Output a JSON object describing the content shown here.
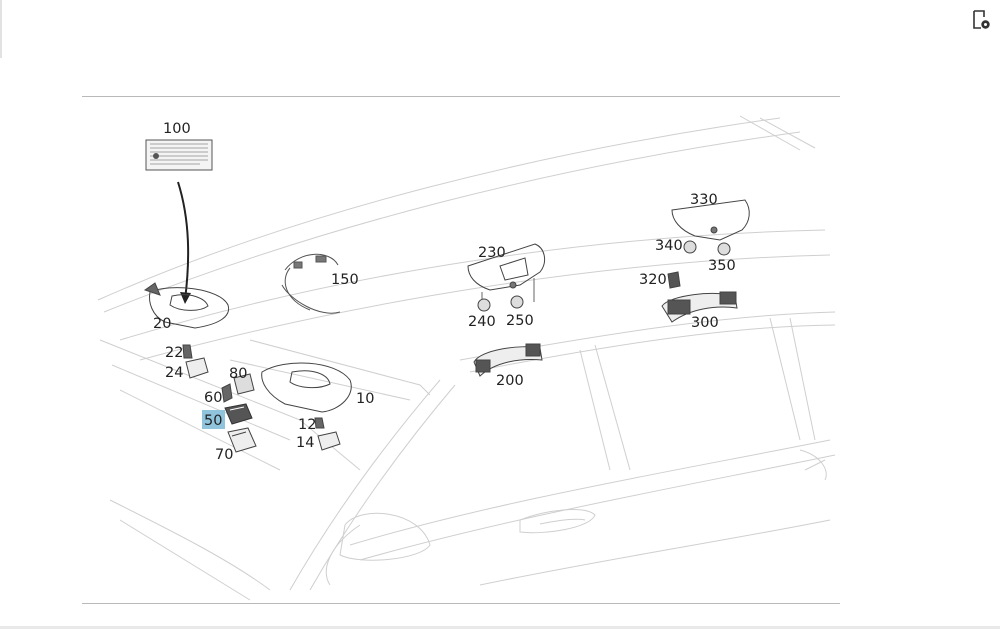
{
  "colors": {
    "highlight": "#8fc4dc",
    "line": "#333333",
    "faint": "#c8c8c8"
  },
  "toolbar": {
    "icon": "document-settings-icon"
  },
  "callouts": [
    {
      "id": "100",
      "label": "100"
    },
    {
      "id": "20",
      "label": "20"
    },
    {
      "id": "22",
      "label": "22"
    },
    {
      "id": "24",
      "label": "24"
    },
    {
      "id": "80",
      "label": "80"
    },
    {
      "id": "60",
      "label": "60"
    },
    {
      "id": "50",
      "label": "50"
    },
    {
      "id": "70",
      "label": "70"
    },
    {
      "id": "150",
      "label": "150"
    },
    {
      "id": "10",
      "label": "10"
    },
    {
      "id": "12",
      "label": "12"
    },
    {
      "id": "14",
      "label": "14"
    },
    {
      "id": "230",
      "label": "230"
    },
    {
      "id": "240",
      "label": "240"
    },
    {
      "id": "250",
      "label": "250"
    },
    {
      "id": "200",
      "label": "200"
    },
    {
      "id": "330",
      "label": "330"
    },
    {
      "id": "340",
      "label": "340"
    },
    {
      "id": "350",
      "label": "350"
    },
    {
      "id": "320",
      "label": "320"
    },
    {
      "id": "300",
      "label": "300"
    }
  ]
}
